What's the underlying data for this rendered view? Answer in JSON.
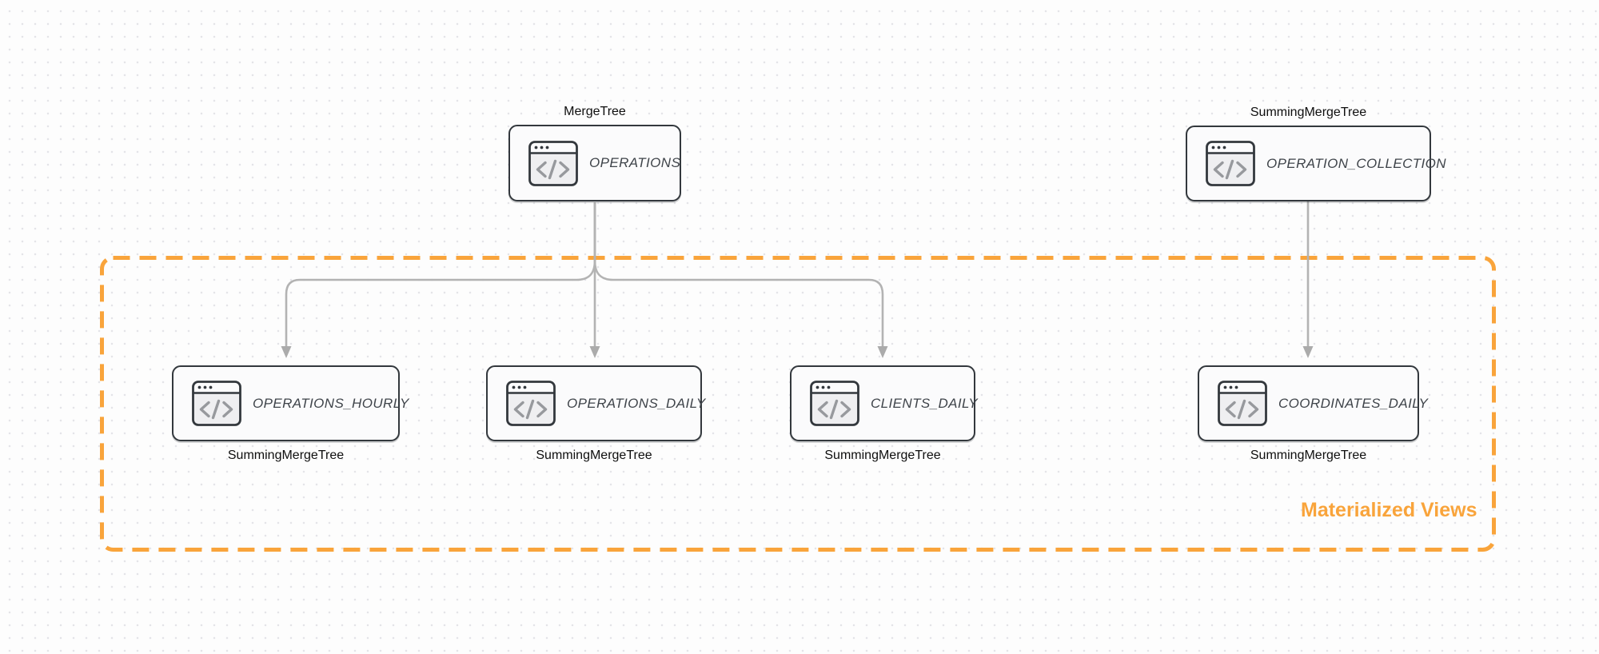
{
  "diagram": {
    "group": {
      "label": "Materialized Views"
    },
    "nodes": [
      {
        "id": "operations",
        "title": "OPERATIONS",
        "engine": "MergeTree",
        "engine_position": "above"
      },
      {
        "id": "operation_collection",
        "title": "OPERATION_COLLECTION",
        "engine": "SummingMergeTree",
        "engine_position": "above"
      },
      {
        "id": "operations_hourly",
        "title": "OPERATIONS_HOURLY",
        "engine": "SummingMergeTree",
        "engine_position": "below"
      },
      {
        "id": "operations_daily",
        "title": "OPERATIONS_DAILY",
        "engine": "SummingMergeTree",
        "engine_position": "below"
      },
      {
        "id": "clients_daily",
        "title": "CLIENTS_DAILY",
        "engine": "SummingMergeTree",
        "engine_position": "below"
      },
      {
        "id": "coordinates_daily",
        "title": "COORDINATES_DAILY",
        "engine": "SummingMergeTree",
        "engine_position": "below"
      }
    ],
    "edges": [
      {
        "from": "operations",
        "to": "operations_hourly"
      },
      {
        "from": "operations",
        "to": "operations_daily"
      },
      {
        "from": "operations",
        "to": "clients_daily"
      },
      {
        "from": "operation_collection",
        "to": "coordinates_daily"
      }
    ],
    "node_icon": "code-window-icon"
  },
  "colors": {
    "accent_orange": "#F9A43B",
    "edge_gray": "#B3B3B3",
    "arrow_gray": "#ABABAB",
    "node_border": "#33383D",
    "node_fill": "#FBFBFC",
    "title_text": "#3F444A",
    "engine_text": "#0E0E0E",
    "background": "#FDFDFD",
    "dot_grid": "#E4E4E8"
  }
}
